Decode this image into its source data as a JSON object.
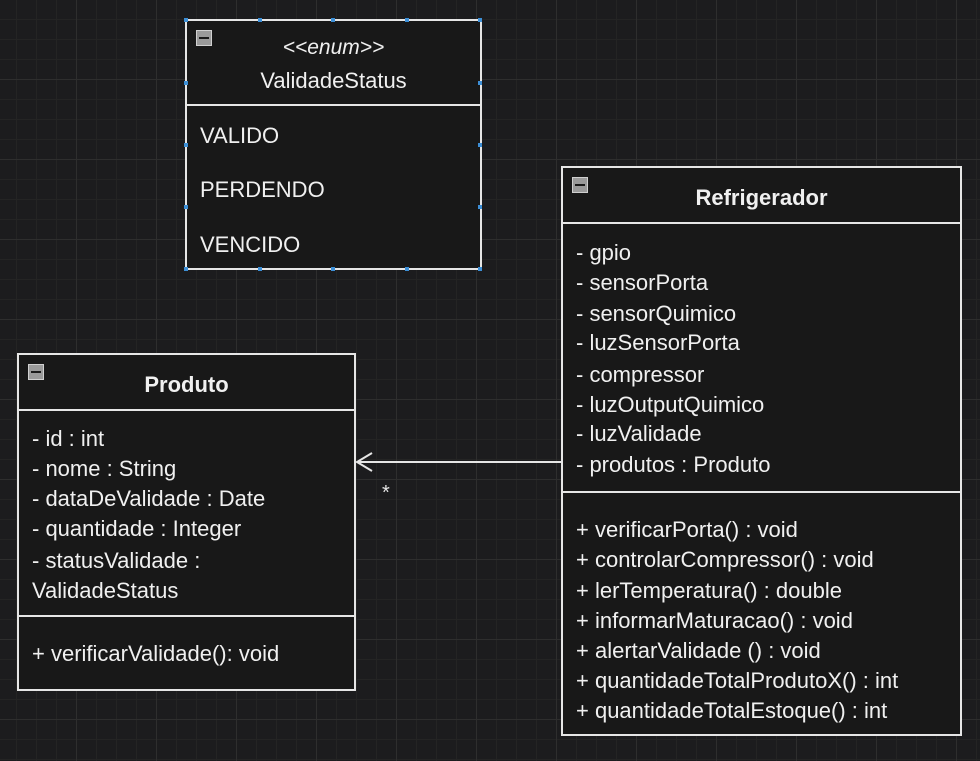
{
  "enum_class": {
    "stereotype": "<<enum>>",
    "name": "ValidadeStatus",
    "values": [
      "VALIDO",
      "PERDENDO",
      "VENCIDO"
    ]
  },
  "produto": {
    "name": "Produto",
    "attributes": [
      "- id : int",
      "- nome : String",
      "- dataDeValidade : Date",
      "- quantidade : Integer",
      "- statusValidade :",
      "ValidadeStatus"
    ],
    "methods": [
      "+ verificarValidade(): void"
    ]
  },
  "refrigerador": {
    "name": "Refrigerador",
    "attributes": [
      "- gpio",
      "- sensorPorta",
      "- sensorQuimico",
      "- luzSensorPorta",
      "- compressor",
      "- luzOutputQuimico",
      "- luzValidade",
      "- produtos : Produto"
    ],
    "methods": [
      "+ verificarPorta() : void",
      "+ controlarCompressor() : void",
      "+ lerTemperatura() : double",
      "+ informarMaturacao() : void",
      "+ alertarValidade () : void",
      "+ quantidadeTotalProdutoX() : int",
      "+ quantidadeTotalEstoque() : int"
    ]
  },
  "association": {
    "multiplicity": "*"
  }
}
